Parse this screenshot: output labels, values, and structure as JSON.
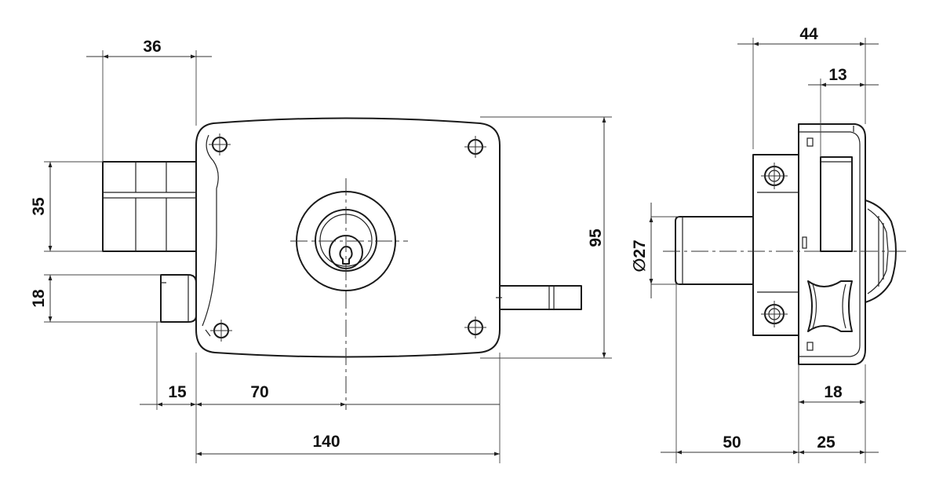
{
  "dimensions": {
    "front": {
      "bolt_length": "36",
      "bolt_height": "35",
      "latch_height": "18",
      "latch_offset": "15",
      "keyhole_offset": "70",
      "case_width": "140",
      "case_height": "95"
    },
    "side": {
      "total_depth": "44",
      "knob_depth": "13",
      "cylinder_diameter": "∅27",
      "plate_width": "18",
      "cylinder_length": "50",
      "case_depth": "25"
    }
  }
}
